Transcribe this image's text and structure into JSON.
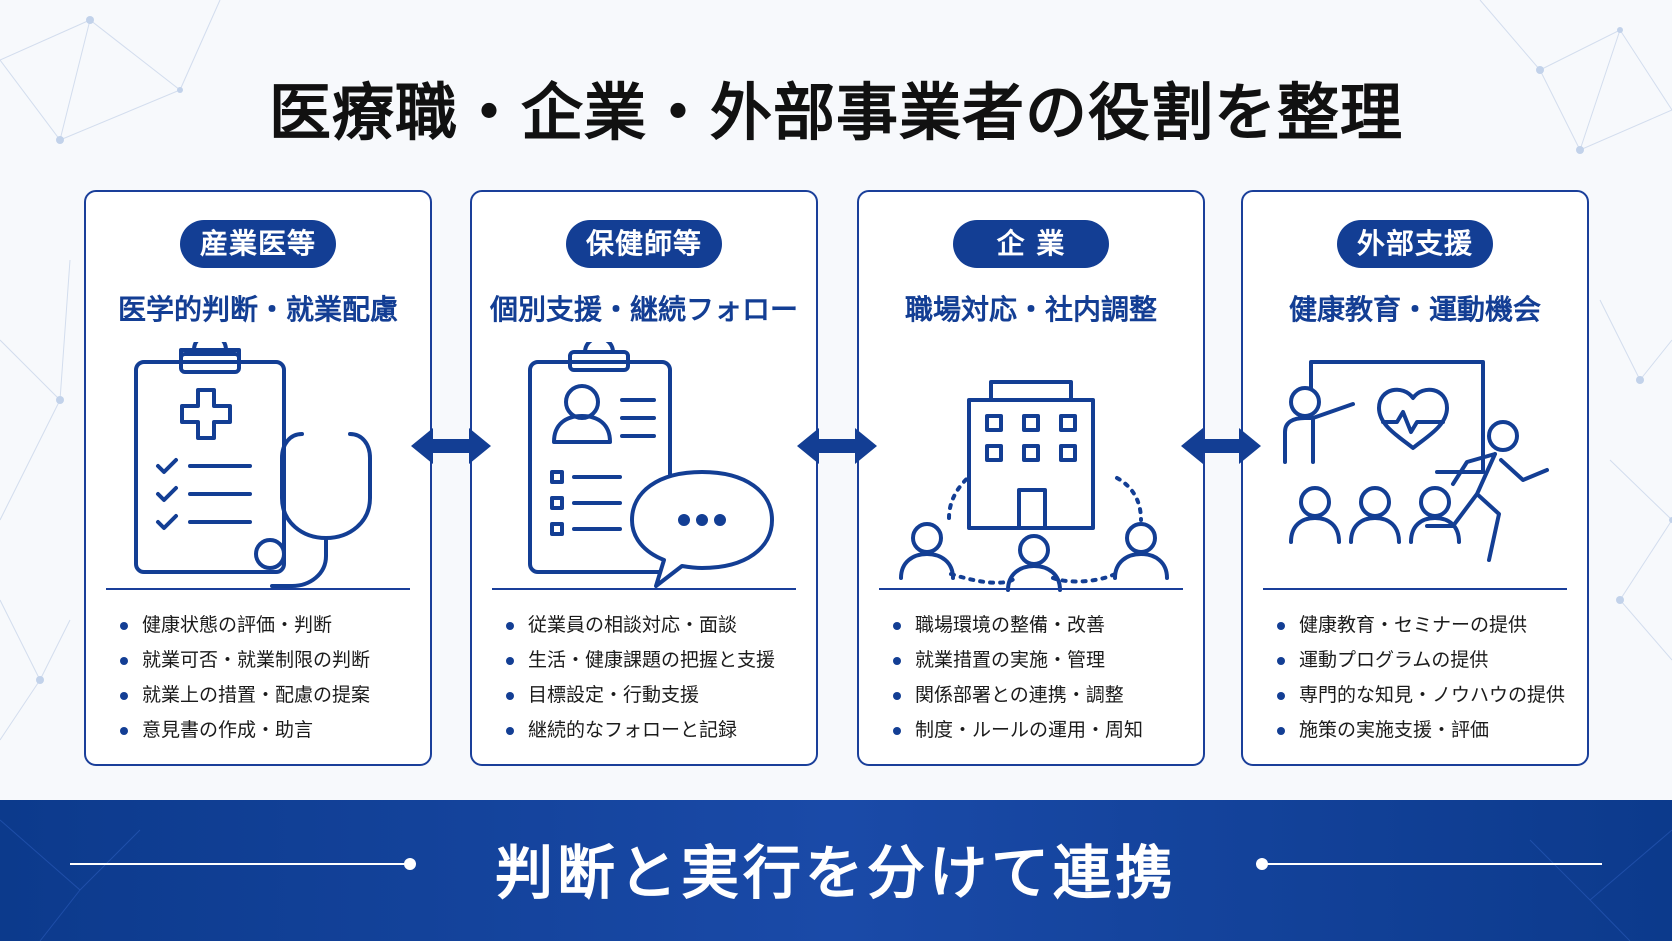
{
  "title": "医療職・企業・外部事業者の役割を整理",
  "cards": [
    {
      "tag": "産業医等",
      "subtitle": "医学的判断・就業配慮",
      "icon": "clipboard-stethoscope-icon",
      "bullets": [
        "健康状態の評価・判断",
        "就業可否・就業制限の判断",
        "就業上の措置・配慮の提案",
        "意見書の作成・助言"
      ]
    },
    {
      "tag": "保健師等",
      "subtitle": "個別支援・継続フォロー",
      "icon": "profile-chat-icon",
      "bullets": [
        "従業員の相談対応・面談",
        "生活・健康課題の把握と支援",
        "目標設定・行動支援",
        "継続的なフォローと記録"
      ]
    },
    {
      "tag": "企 業",
      "subtitle": "職場対応・社内調整",
      "icon": "office-building-people-icon",
      "bullets": [
        "職場環境の整備・改善",
        "就業措置の実施・管理",
        "関係部署との連携・調整",
        "制度・ルールの運用・周知"
      ]
    },
    {
      "tag": "外部支援",
      "subtitle": "健康教育・運動機会",
      "icon": "seminar-runner-icon",
      "bullets": [
        "健康教育・セミナーの提供",
        "運動プログラムの提供",
        "専門的な知見・ノウハウの提供",
        "施策の実施支援・評価"
      ]
    }
  ],
  "connector_icon": "double-arrow-icon",
  "banner": {
    "text": "判断と実行を分けて連携"
  },
  "colors": {
    "primary": "#133e94",
    "border": "#1a3f9a",
    "banner": "#0c3a8c"
  }
}
